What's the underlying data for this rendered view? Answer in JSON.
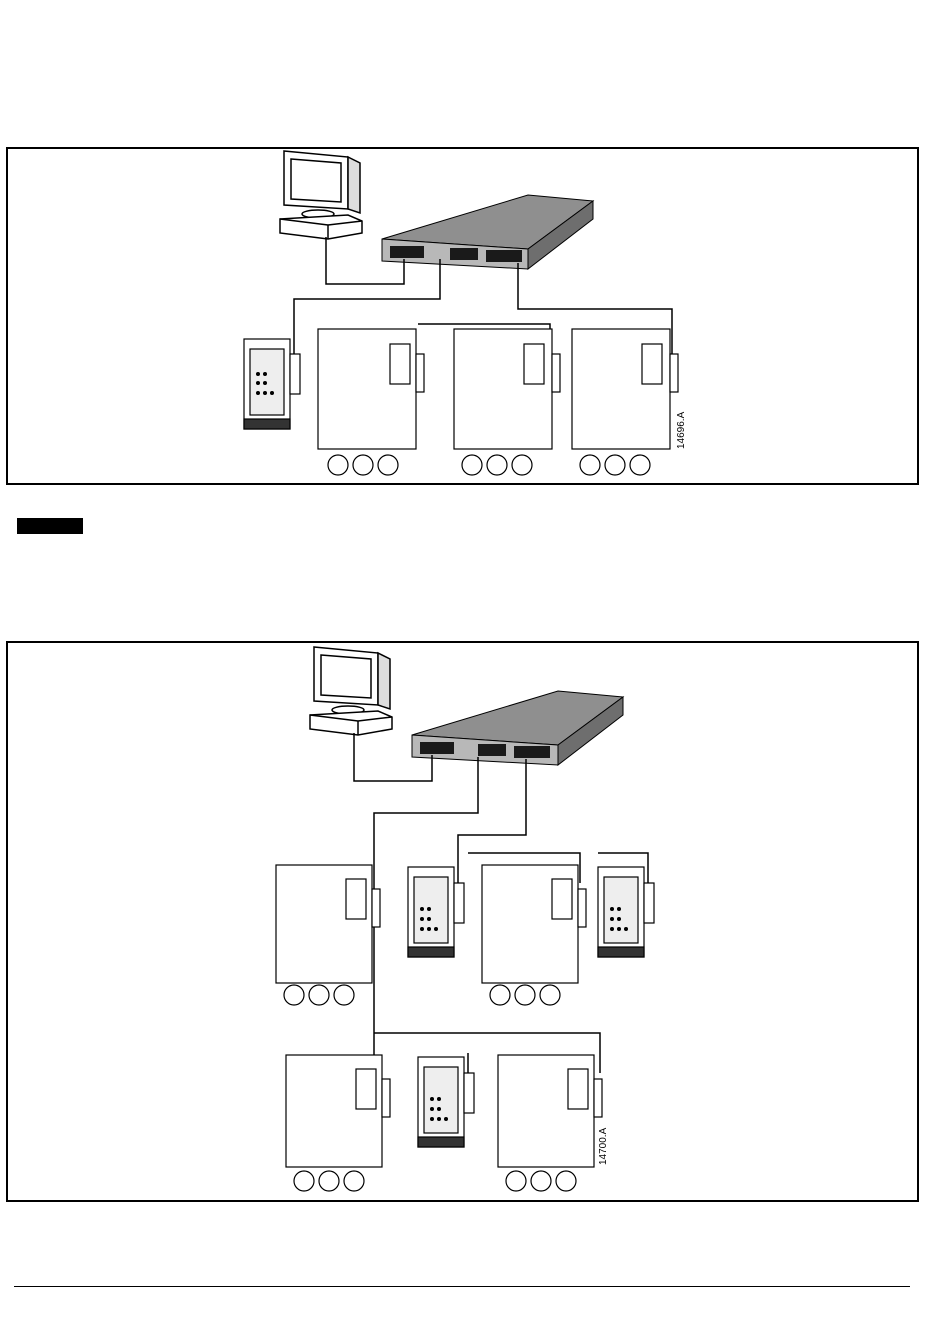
{
  "figures": [
    {
      "id": "star-topology",
      "label": "14696.A"
    },
    {
      "id": "mixed-topology",
      "label": "14700.A"
    }
  ],
  "colors": {
    "ink": "#000000",
    "switch_top": "#8f8f8f",
    "switch_front": "#b8b8b8",
    "switch_side": "#6e6e6e",
    "port": "#1a1a1a"
  }
}
